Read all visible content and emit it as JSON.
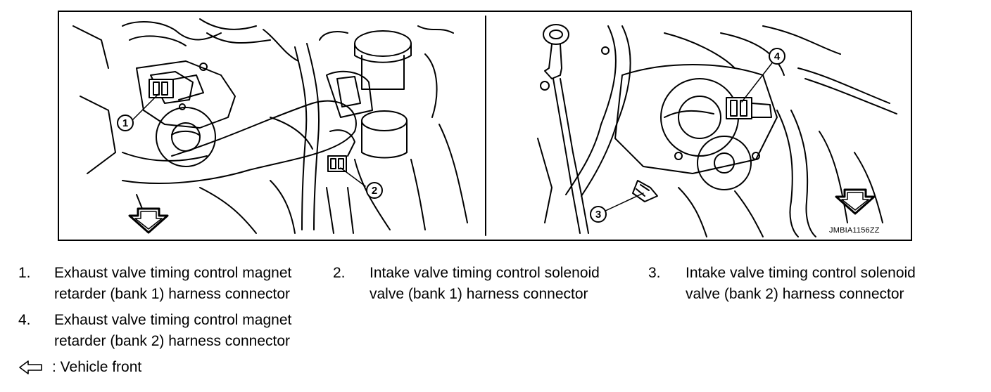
{
  "figure": {
    "id_label": "JMBIA1156ZZ",
    "callouts": [
      "1",
      "2",
      "3",
      "4"
    ]
  },
  "legend": [
    {
      "num": "1.",
      "line1": "Exhaust valve timing control magnet",
      "line2": "retarder (bank 1) harness connector"
    },
    {
      "num": "2.",
      "line1": "Intake valve timing control solenoid",
      "line2": "valve (bank 1) harness connector"
    },
    {
      "num": "3.",
      "line1": "Intake valve timing control solenoid",
      "line2": "valve (bank 2) harness connector"
    },
    {
      "num": "4.",
      "line1": "Exhaust valve timing control magnet",
      "line2": "retarder (bank 2) harness connector"
    }
  ],
  "front_note": ": Vehicle front",
  "icons": [
    "front-arrow-icon",
    "hollow-arrow-icon"
  ]
}
